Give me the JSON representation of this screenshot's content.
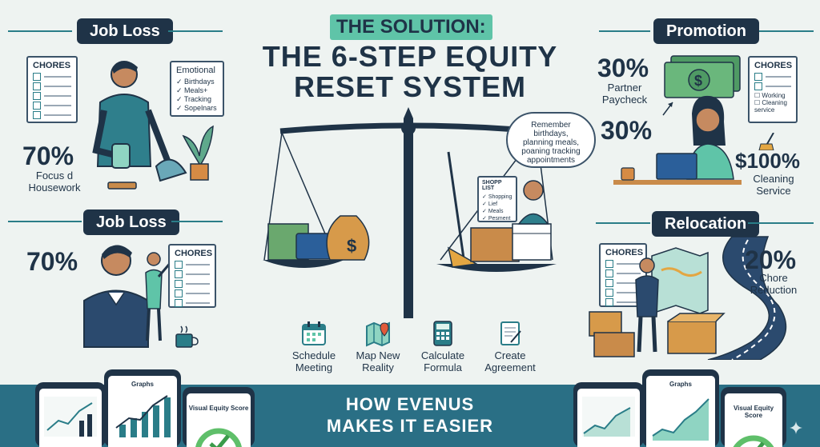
{
  "header": {
    "tag": "THE SOLUTION:",
    "title_line1": "THE 6-STEP EQUITY",
    "title_line2": "RESET SYSTEM"
  },
  "left_top": {
    "pill": "Job Loss",
    "chores_title": "CHORES",
    "emotional_title": "Emotional",
    "emotional_items": [
      "Birthdays",
      "Meals+",
      "Tracking",
      "Sopelnars"
    ],
    "percent": "70%",
    "caption_line1": "Focus d",
    "caption_line2": "Housework"
  },
  "left_bottom": {
    "pill": "Job Loss",
    "percent": "70%",
    "chores_title": "CHORES"
  },
  "right_top": {
    "pill": "Promotion",
    "percent1": "30%",
    "caption1_line1": "Partner",
    "caption1_line2": "Paycheck",
    "percent2": "30%",
    "chores_title": "CHORES",
    "chores_items": [
      "Working",
      "Cleaning service"
    ],
    "percent3": "$100%",
    "caption3_line1": "Cleaning",
    "caption3_line2": "Service"
  },
  "right_bottom": {
    "pill": "Relocation",
    "chores_title": "CHORES",
    "percent": "20%",
    "caption_line1": "Chore",
    "caption_line2": "Reduction"
  },
  "scale": {
    "thought_line1": "Remember",
    "thought_line2": "birthdays,",
    "thought_line3": "planning meals,",
    "thought_line4": "poaning tracking",
    "thought_line5": "appointments",
    "list_title": "SHOPP LIST",
    "list_items": [
      "Shopping",
      "Lief",
      "Meals",
      "Pesment"
    ]
  },
  "steps": [
    {
      "line1": "Schedule",
      "line2": "Meeting",
      "icon": "calendar-icon"
    },
    {
      "line1": "Map New",
      "line2": "Reality",
      "icon": "map-icon"
    },
    {
      "line1": "Calculate",
      "line2": "Formula",
      "icon": "calculator-icon"
    },
    {
      "line1": "Create",
      "line2": "Agreement",
      "icon": "document-icon"
    }
  ],
  "bottom": {
    "title_line1": "HOW EVENUS",
    "title_line2": "MAKES IT EASIER",
    "phone_graph_label": "Graphs",
    "phone_score_label": "Visual Equity Score"
  },
  "colors": {
    "navy": "#1f3347",
    "teal": "#2a7d88",
    "mint": "#5fc4a8",
    "band": "#2a6f85",
    "background": "#eef3f1"
  }
}
